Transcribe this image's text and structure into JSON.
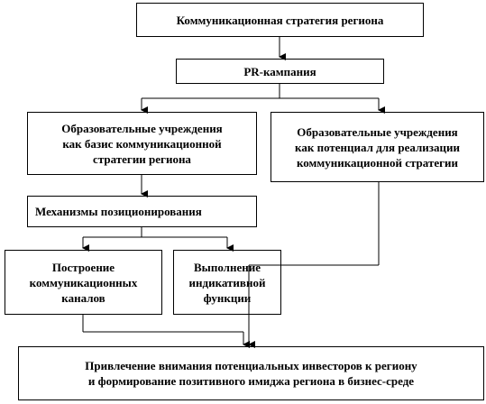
{
  "boxes": {
    "strategy": "Коммуникационная стратегия региона",
    "pr": "PR-кампания",
    "edu_left": [
      "Образовательные учреждения",
      "как базис коммуникационной",
      "стратегии региона"
    ],
    "edu_right": [
      "Образовательные учреждения",
      "как потенциал для реализации",
      "коммуникационной стратегии"
    ],
    "mechanisms": "Механизмы позиционирования",
    "channels": [
      "Построение",
      "коммуникационных",
      "каналов"
    ],
    "indicative": [
      "Выполнение",
      "индикативной",
      "функции"
    ],
    "attraction": [
      "Привлечение внимания потенциальных инвесторов к региону",
      "и формирование позитивного имиджа региона в бизнес-среде"
    ]
  }
}
